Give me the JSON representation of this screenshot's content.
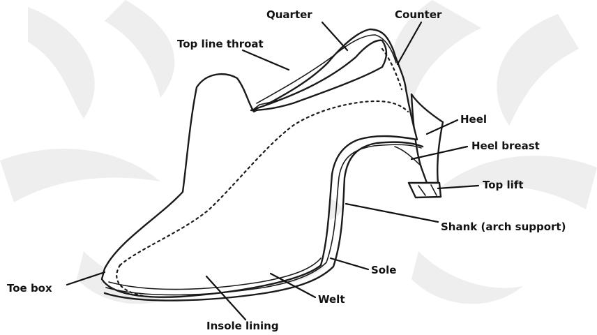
{
  "diagram": {
    "labels": {
      "quarter": "Quarter",
      "counter": "Counter",
      "top_line_throat": "Top line throat",
      "heel": "Heel",
      "heel_breast": "Heel breast",
      "top_lift": "Top lift",
      "shank": "Shank (arch support)",
      "sole": "Sole",
      "welt": "Welt",
      "toe_box": "Toe box",
      "insole_lining": "Insole lining"
    },
    "watermark_color": "#eeeeee",
    "line_color": "#1a1a1a"
  }
}
